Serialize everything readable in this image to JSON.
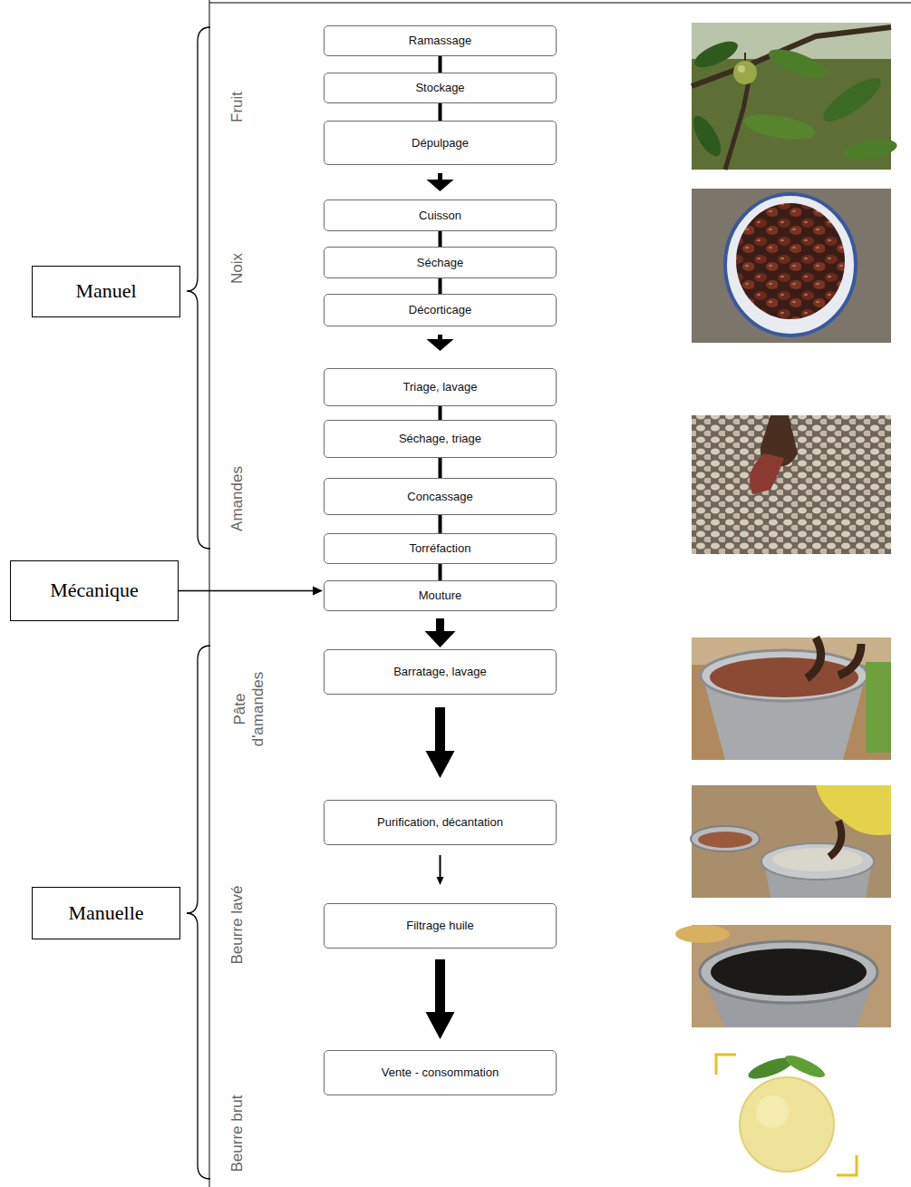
{
  "diagram": {
    "nodes": [
      {
        "text": [
          "Ramassage"
        ]
      },
      {
        "text": [
          "Stockage"
        ]
      },
      {
        "text": [
          "Dépulpage"
        ]
      },
      {
        "text": [
          "Cuisson"
        ]
      },
      {
        "text": [
          "Séchage"
        ]
      },
      {
        "text": [
          "Décorticage"
        ]
      },
      {
        "text": [
          "Triage, lavage"
        ]
      },
      {
        "text": [
          "Séchage, triage"
        ]
      },
      {
        "text": [
          "Concassage"
        ]
      },
      {
        "text": [
          "Torréfaction"
        ]
      },
      {
        "text": [
          "Mouture"
        ]
      },
      {
        "text": [
          "Barratage, lavage"
        ]
      },
      {
        "text": [
          "Purification, décantation"
        ]
      },
      {
        "text": [
          "Filtrage huile"
        ]
      },
      {
        "text": [
          "Vente - consommation"
        ]
      },
      {
        "text": [
          "Manuel"
        ]
      },
      {
        "text": [
          "Mécanique"
        ]
      },
      {
        "text": [
          "Manuelle"
        ]
      }
    ],
    "edges": [
      {
        "from": 0,
        "to": 1,
        "arrow": "none"
      },
      {
        "from": 1,
        "to": 2,
        "arrow": "none"
      },
      {
        "from": 2,
        "to": 3,
        "arrow": "to"
      },
      {
        "from": 3,
        "to": 4,
        "arrow": "none"
      },
      {
        "from": 4,
        "to": 5,
        "arrow": "none"
      },
      {
        "from": 5,
        "to": 6,
        "arrow": "to"
      },
      {
        "from": 6,
        "to": 7,
        "arrow": "none"
      },
      {
        "from": 7,
        "to": 8,
        "arrow": "none"
      },
      {
        "from": 8,
        "to": 9,
        "arrow": "none"
      },
      {
        "from": 9,
        "to": 10,
        "arrow": "none"
      },
      {
        "from": 10,
        "to": 11,
        "arrow": "to"
      },
      {
        "from": 11,
        "to": 12,
        "arrow": "to"
      },
      {
        "from": 12,
        "to": 13,
        "arrow": "to"
      },
      {
        "from": 13,
        "to": 14,
        "arrow": "to"
      },
      {
        "from": 16,
        "to": 10,
        "arrow": "to"
      }
    ],
    "labels": [
      "Fruit",
      "Noix",
      "Amandes",
      "Pâte d'amandes",
      "Beurre lavé",
      "Beurre brut"
    ]
  }
}
